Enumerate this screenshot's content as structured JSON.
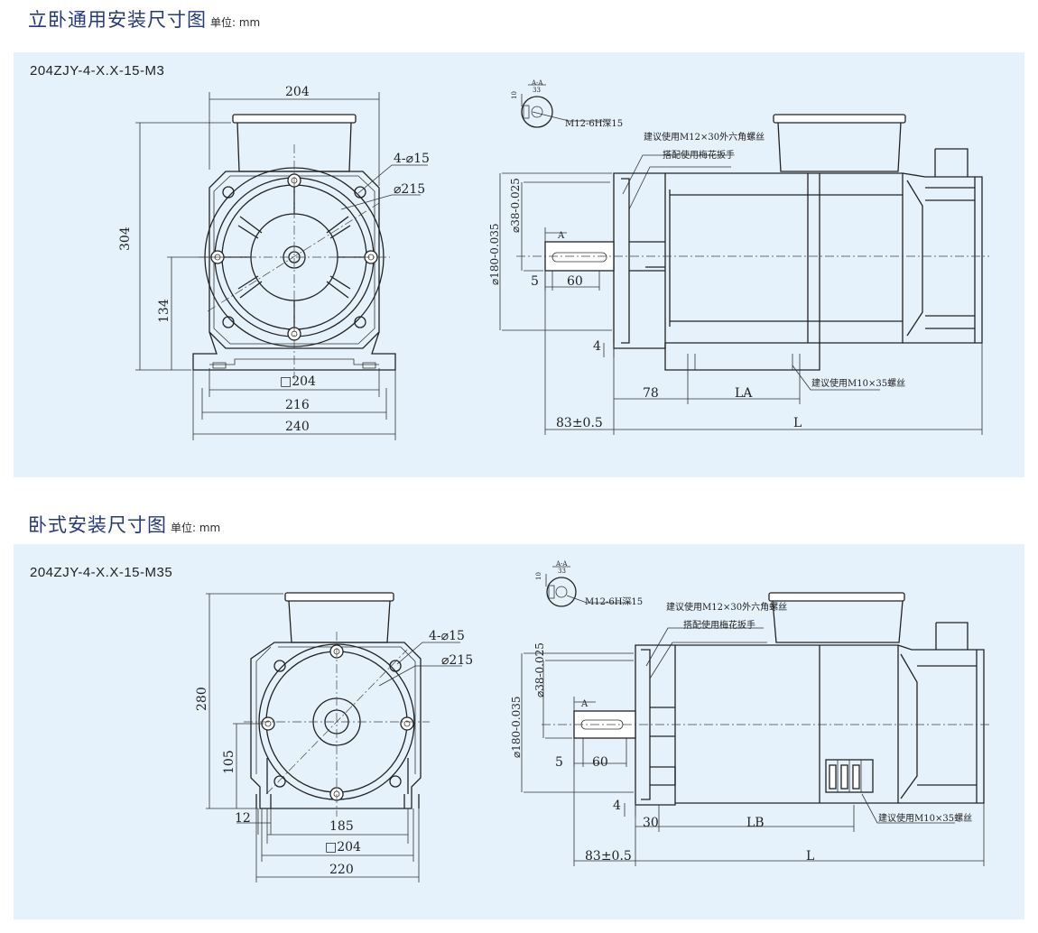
{
  "sections": [
    {
      "title": "立卧通用安装尺寸图",
      "unit": "单位: mm",
      "model": "204ZJY-4-X.X-15-M3",
      "front": {
        "width_top": "204",
        "height": "304",
        "shaft_height": "134",
        "square": "□204",
        "base_inner": "216",
        "base_outer": "240",
        "holes": "4-⌀15",
        "pcd": "⌀215"
      },
      "side": {
        "section_label": "A-A",
        "key_width": "33",
        "key_depth": "10",
        "thread": "M12-6H深15",
        "note_bolt": "建议使用M12×30外六角螺丝",
        "note_wrench": "搭配使用梅花扳手",
        "shaft_dia": "⌀38-0.025",
        "flange_dia": "⌀180-0.035",
        "key_label": "A",
        "shaft_step": "5",
        "shaft_len": "60",
        "flange_thk": "4",
        "foot_offset": "78",
        "foot_span": "LA",
        "note_foot_bolt": "建议使用M10×35螺丝",
        "shaft_total": "83±0.5",
        "body_len": "L"
      }
    },
    {
      "title": "卧式安装尺寸图",
      "unit": "单位: mm",
      "model": "204ZJY-4-X.X-15-M35",
      "front": {
        "height": "280",
        "shaft_height": "105",
        "foot_edge": "12",
        "foot_span": "185",
        "square": "□204",
        "base_outer": "220",
        "holes": "4-⌀15",
        "pcd": "⌀215"
      },
      "side": {
        "section_label": "A-A",
        "key_width": "33",
        "key_depth": "10",
        "thread": "M12-6H深15",
        "note_bolt": "建议使用M12×30外六角螺丝",
        "note_wrench": "搭配使用梅花扳手",
        "shaft_dia": "⌀38-0.025",
        "flange_dia": "⌀180-0.035",
        "key_label": "A",
        "shaft_step": "5",
        "shaft_len": "60",
        "flange_thk": "4",
        "foot_offset": "30",
        "foot_span": "LB",
        "note_foot_bolt": "建议使用M10×35螺丝",
        "shaft_total": "83±0.5",
        "body_len": "L"
      }
    }
  ]
}
